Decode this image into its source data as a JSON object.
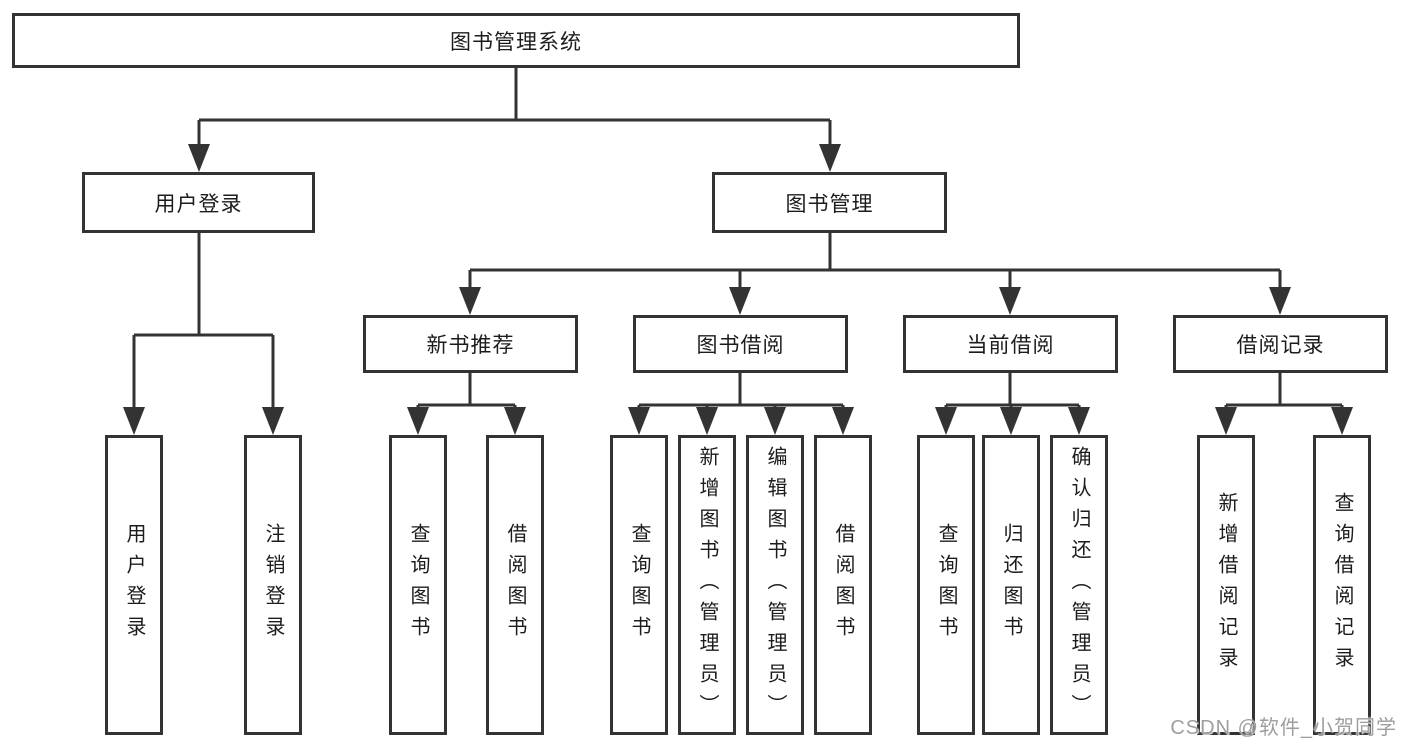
{
  "diagram_title": "图书管理系统",
  "tree": {
    "label": "图书管理系统",
    "children": [
      {
        "label": "用户登录",
        "children": [
          {
            "label": "用户登录"
          },
          {
            "label": "注销登录"
          }
        ]
      },
      {
        "label": "图书管理",
        "children": [
          {
            "label": "新书推荐",
            "children": [
              {
                "label": "查询图书"
              },
              {
                "label": "借阅图书"
              }
            ]
          },
          {
            "label": "图书借阅",
            "children": [
              {
                "label": "查询图书"
              },
              {
                "label": "新增图书（管理员）"
              },
              {
                "label": "编辑图书（管理员）"
              },
              {
                "label": "借阅图书"
              }
            ]
          },
          {
            "label": "当前借阅",
            "children": [
              {
                "label": "查询图书"
              },
              {
                "label": "归还图书"
              },
              {
                "label": "确认归还（管理员）"
              }
            ]
          },
          {
            "label": "借阅记录",
            "children": [
              {
                "label": "新增借阅记录"
              },
              {
                "label": "查询借阅记录"
              }
            ]
          }
        ]
      }
    ]
  },
  "watermark": {
    "text": "CSDN @软件_小贺同学"
  },
  "colors": {
    "line": "#333333",
    "box_border": "#333333",
    "box_fill": "#ffffff",
    "text": "#1c1c1c",
    "watermark": "#9e9e9e"
  }
}
